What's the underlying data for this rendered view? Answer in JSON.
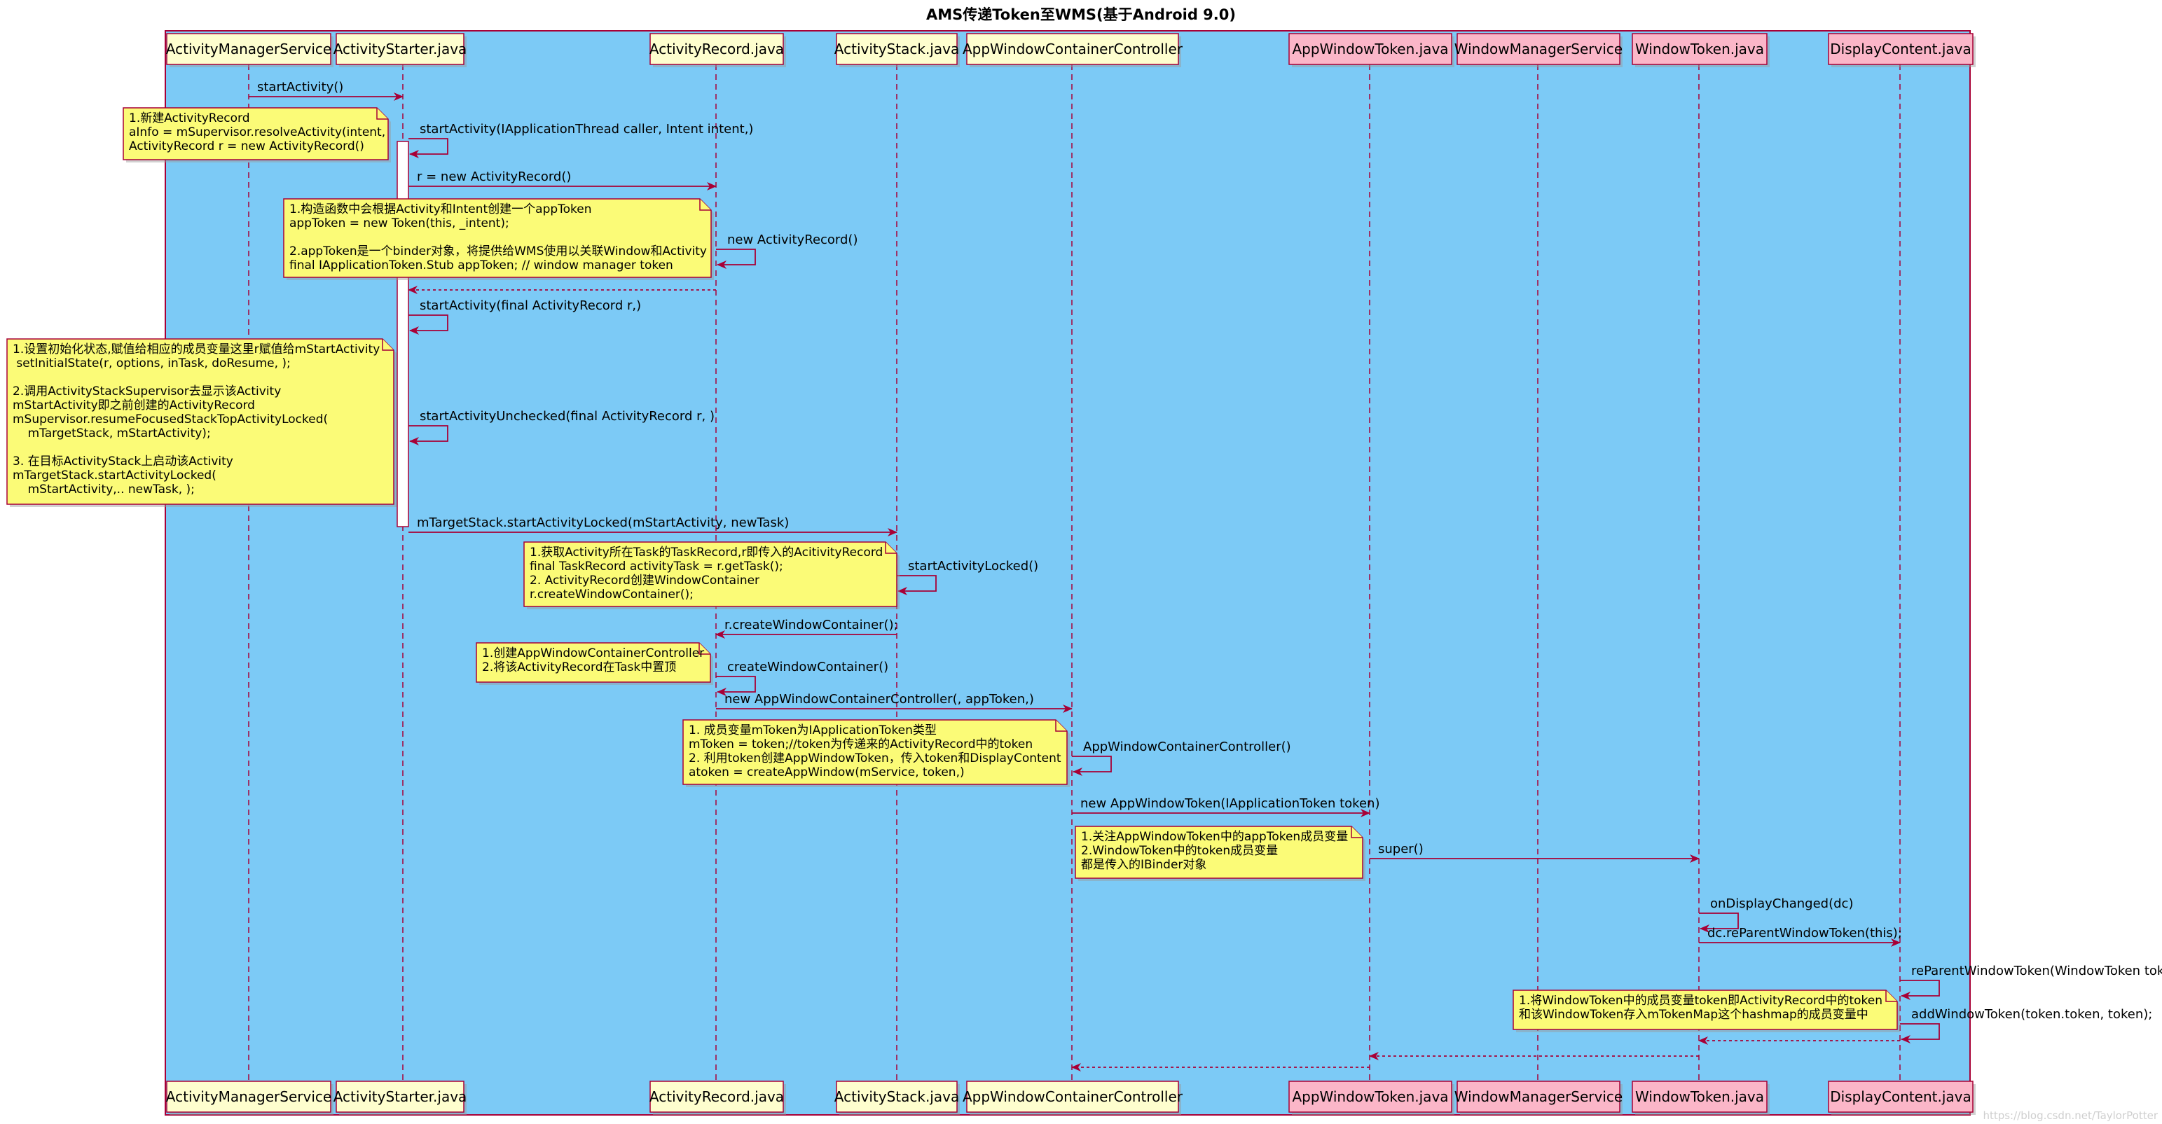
{
  "title": "AMS传递Token至WMS(基于Android 9.0)",
  "watermark": "https://blog.csdn.net/TaylorPotter",
  "colors": {
    "frame_bg": "#7ccaf6",
    "frame_border": "#a80036",
    "lifeline": "#a80036",
    "arrow": "#a80036",
    "box_normal": "#fefece",
    "box_wms": "#fbb6c8",
    "note_bg": "#fbfb77",
    "note_border": "#a80036",
    "activation": "#ffffff"
  },
  "participants": [
    {
      "name": "ActivityManagerService",
      "group": "ams"
    },
    {
      "name": "ActivityStarter.java",
      "group": "ams"
    },
    {
      "name": "ActivityRecord.java",
      "group": "ams"
    },
    {
      "name": "ActivityStack.java",
      "group": "ams"
    },
    {
      "name": "AppWindowContainerController",
      "group": "ams"
    },
    {
      "name": "AppWindowToken.java",
      "group": "wms"
    },
    {
      "name": "WindowManagerService",
      "group": "wms"
    },
    {
      "name": "WindowToken.java",
      "group": "wms"
    },
    {
      "name": "DisplayContent.java",
      "group": "wms"
    }
  ],
  "messages": [
    {
      "from": 0,
      "to": 1,
      "label": "startActivity()",
      "dashed": false
    },
    {
      "from": 1,
      "to": 1,
      "label": "startActivity(IApplicationThread caller, Intent intent,)",
      "dashed": false
    },
    {
      "from": 1,
      "to": 2,
      "label": "r = new ActivityRecord()",
      "dashed": false
    },
    {
      "from": 2,
      "to": 2,
      "label": "new ActivityRecord()",
      "dashed": false
    },
    {
      "from": 2,
      "to": 1,
      "label": "",
      "dashed": true
    },
    {
      "from": 1,
      "to": 1,
      "label": "startActivity(final ActivityRecord r,)",
      "dashed": false
    },
    {
      "from": 1,
      "to": 1,
      "label": "startActivityUnchecked(final ActivityRecord r, )",
      "dashed": false
    },
    {
      "from": 1,
      "to": 3,
      "label": "mTargetStack.startActivityLocked(mStartActivity,  newTask)",
      "dashed": false
    },
    {
      "from": 3,
      "to": 3,
      "label": "startActivityLocked()",
      "dashed": false
    },
    {
      "from": 3,
      "to": 2,
      "label": "r.createWindowContainer();",
      "dashed": false
    },
    {
      "from": 2,
      "to": 2,
      "label": "createWindowContainer()",
      "dashed": false
    },
    {
      "from": 2,
      "to": 4,
      "label": "new AppWindowContainerController(, appToken,)",
      "dashed": false
    },
    {
      "from": 4,
      "to": 4,
      "label": "AppWindowContainerController()",
      "dashed": false
    },
    {
      "from": 4,
      "to": 5,
      "label": "new AppWindowToken(IApplicationToken token)",
      "dashed": false
    },
    {
      "from": 5,
      "to": 7,
      "label": "super()",
      "dashed": false
    },
    {
      "from": 7,
      "to": 7,
      "label": "onDisplayChanged(dc)",
      "dashed": false
    },
    {
      "from": 7,
      "to": 8,
      "label": "dc.reParentWindowToken(this);",
      "dashed": false
    },
    {
      "from": 8,
      "to": 8,
      "label": "reParentWindowToken(WindowToken token)",
      "dashed": false
    },
    {
      "from": 8,
      "to": 8,
      "label": "addWindowToken(token.token, token);",
      "dashed": false
    },
    {
      "from": 8,
      "to": 7,
      "label": "",
      "dashed": true
    },
    {
      "from": 7,
      "to": 5,
      "label": "",
      "dashed": true
    },
    {
      "from": 5,
      "to": 4,
      "label": "",
      "dashed": true
    }
  ],
  "notes": [
    {
      "lines": [
        "1.新建ActivityRecord",
        "aInfo = mSupervisor.resolveActivity(intent,",
        "ActivityRecord r = new ActivityRecord()"
      ]
    },
    {
      "lines": [
        "1.构造函数中会根据Activity和Intent创建一个appToken",
        "appToken = new Token(this, _intent);",
        "",
        "2.appToken是一个binder对象，将提供给WMS使用以关联Window和Activity",
        "final IApplicationToken.Stub appToken; // window manager token"
      ]
    },
    {
      "lines": [
        "1.设置初始化状态,赋值给相应的成员变量这里r赋值给mStartActivity",
        " setInitialState(r, options, inTask, doResume, );",
        "",
        "2.调用ActivityStackSupervisor去显示该Activity",
        "mStartActivity即之前创建的ActivityRecord",
        "mSupervisor.resumeFocusedStackTopActivityLocked(",
        "    mTargetStack, mStartActivity);",
        "",
        "3. 在目标ActivityStack上启动该Activity",
        "mTargetStack.startActivityLocked(",
        "    mStartActivity,.. newTask, );"
      ]
    },
    {
      "lines": [
        "1.获取Activity所在Task的TaskRecord,r即传入的AcitivityRecord",
        "final TaskRecord activityTask = r.getTask();",
        "2. ActivityRecord创建WindowContainer",
        "r.createWindowContainer();"
      ]
    },
    {
      "lines": [
        "1.创建AppWindowContainerController",
        "2.将该ActivityRecord在Task中置顶"
      ]
    },
    {
      "lines": [
        "1. 成员变量mToken为IApplicationToken类型",
        "mToken = token;//token为传递来的ActivityRecord中的token",
        "2. 利用token创建AppWindowToken，传入token和DisplayContent",
        "atoken = createAppWindow(mService, token,)"
      ]
    },
    {
      "lines": [
        "1.关注AppWindowToken中的appToken成员变量",
        "2.WindowToken中的token成员变量",
        "都是传入的IBinder对象"
      ]
    },
    {
      "lines": [
        "1.将WindowToken中的成员变量token即ActivityRecord中的token",
        "和该WindowToken存入mTokenMap这个hashmap的成员变量中"
      ]
    }
  ]
}
